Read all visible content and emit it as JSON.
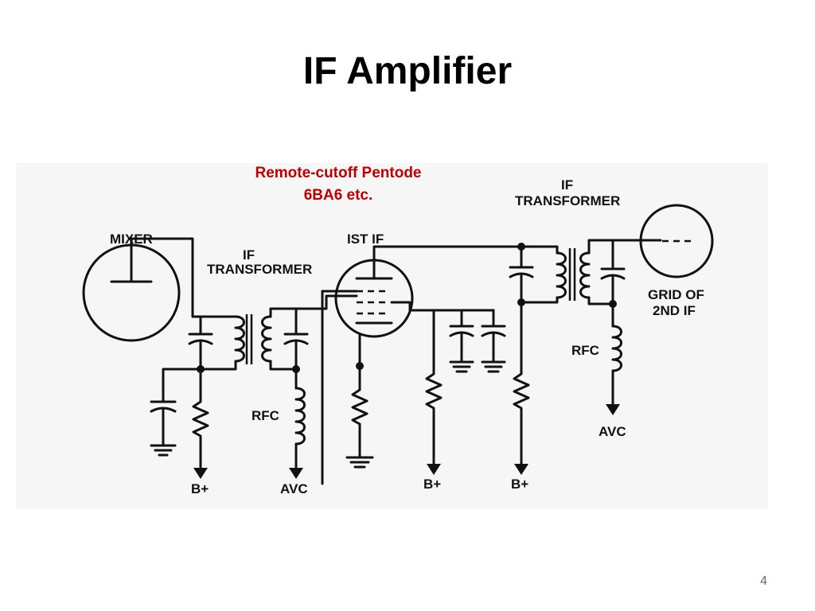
{
  "slide": {
    "title": "IF Amplifier",
    "annotation_line1": "Remote-cutoff Pentode",
    "annotation_line2": "6BA6 etc.",
    "page_number": "4"
  },
  "diagram_labels": {
    "mixer": "MIXER",
    "if_transformer_1_line1": "IF",
    "if_transformer_1_line2": "TRANSFORMER",
    "first_if": "IST IF",
    "if_transformer_2_line1": "IF",
    "if_transformer_2_line2": "TRANSFORMER",
    "grid_line1": "GRID OF",
    "grid_line2": "2ND IF",
    "rfc_1": "RFC",
    "rfc_2": "RFC",
    "avc_1": "AVC",
    "avc_2": "AVC",
    "bplus_1": "B+",
    "bplus_2": "B+",
    "bplus_3": "B+"
  },
  "colors": {
    "annotation": "#c00000",
    "ink": "#111111"
  }
}
